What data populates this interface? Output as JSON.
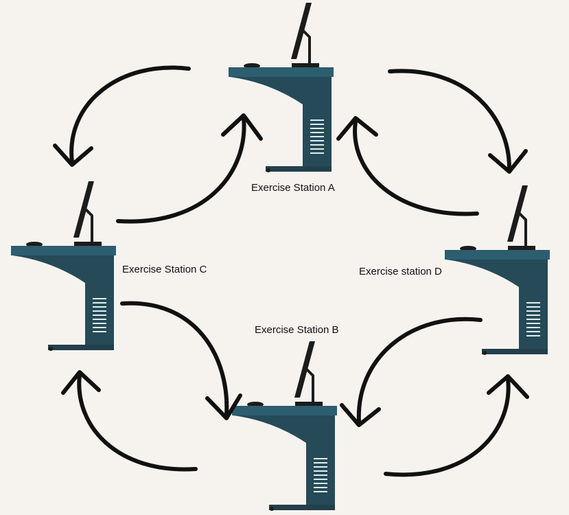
{
  "diagram": {
    "stations": {
      "a": {
        "label": "Exercise Station A"
      },
      "b": {
        "label": "Exercise Station B"
      },
      "c": {
        "label": "Exercise Station C"
      },
      "d": {
        "label": "Exercise station D"
      }
    },
    "colors": {
      "background": "#f6f3ef",
      "desk_top": "#2c5e70",
      "desk_body": "#264a58",
      "vent": "#dfeef2",
      "monitor": "#1c1c1c",
      "arrow": "#111111"
    },
    "icons": [
      "computer-desk-icon",
      "curved-arrow-icon"
    ]
  }
}
